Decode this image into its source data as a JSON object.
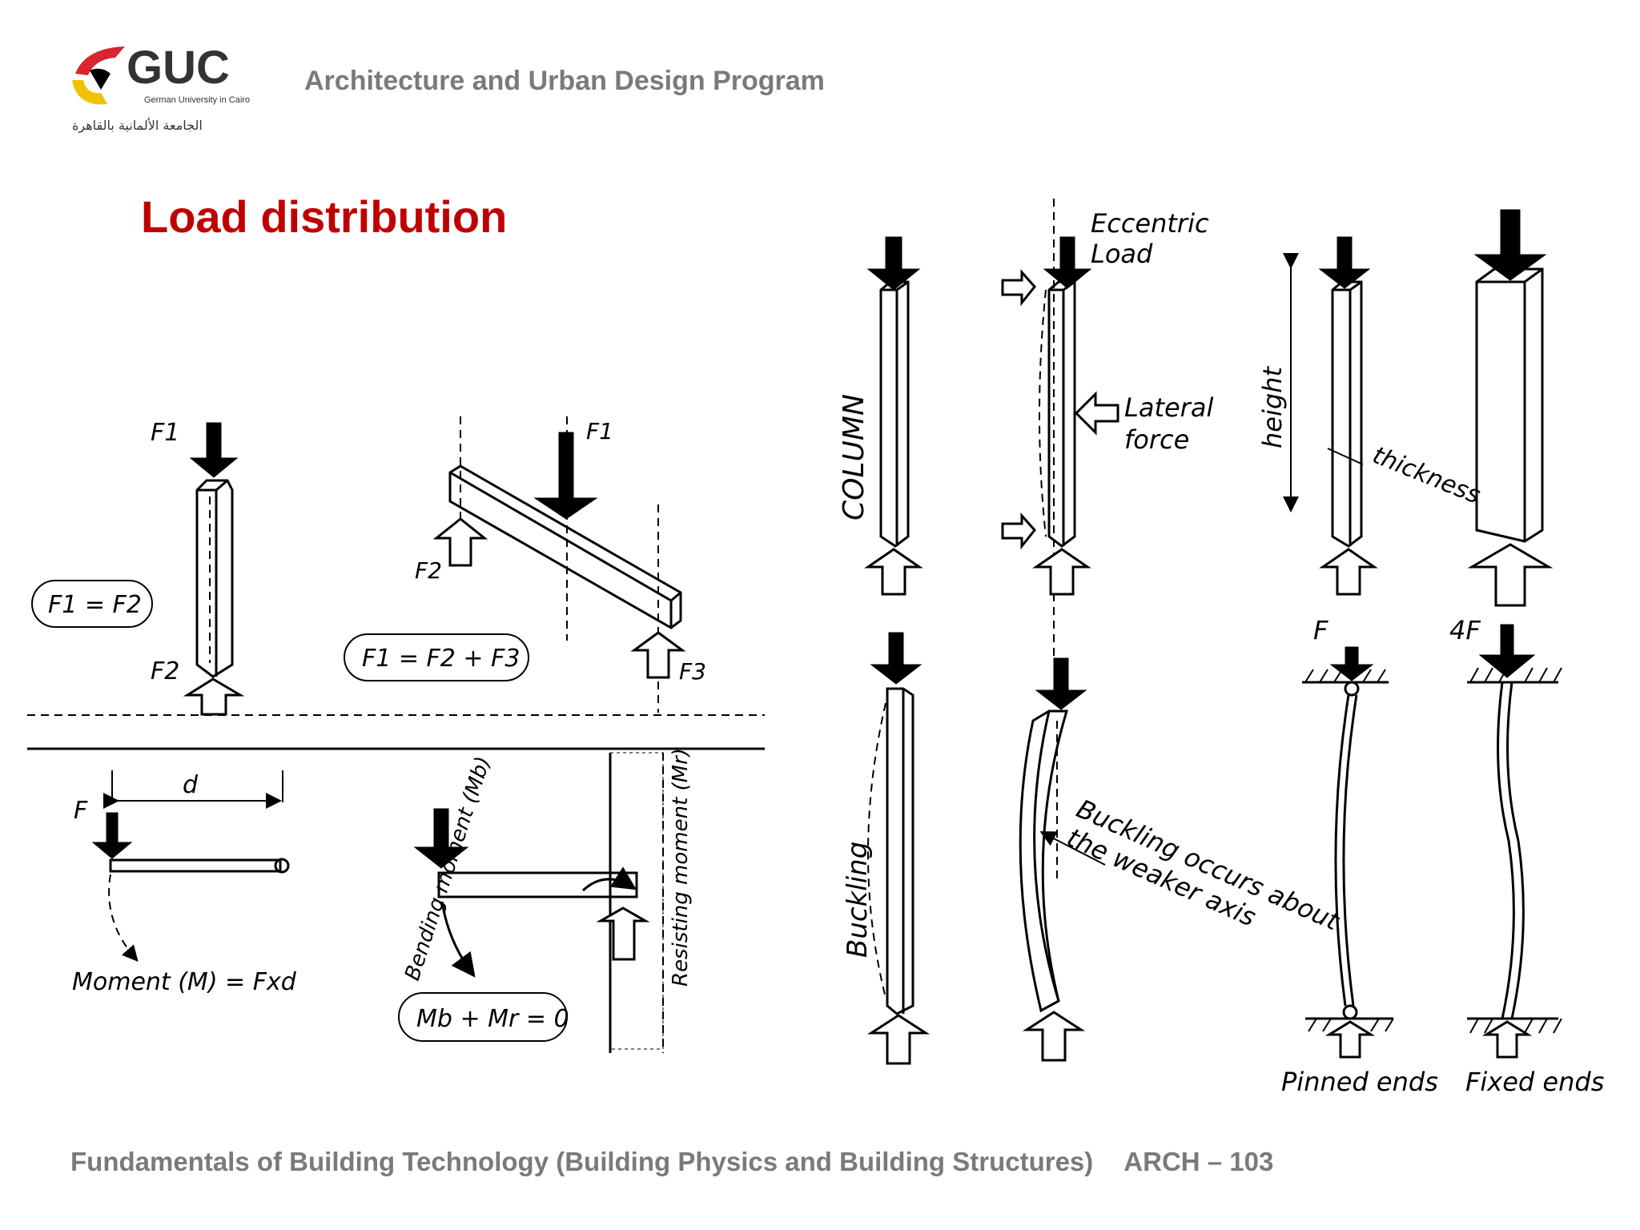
{
  "header": {
    "logo_text": "GUC",
    "logo_subtitle": "German University in Cairo",
    "logo_arabic": "الجامعة الألمانية بالقاهرة",
    "program": "Architecture and Urban Design Program"
  },
  "slide": {
    "title": "Load distribution"
  },
  "diagram": {
    "labels": {
      "f1_a": "F1",
      "f2_a": "F2",
      "eq1": "F1 = F2",
      "f1_b": "F1",
      "f2_b": "F2",
      "f3_b": "F3",
      "eq2": "F1 = F2 + F3",
      "f_c": "F",
      "d": "d",
      "moment": "Moment (M) = Fxd",
      "bending": "Bending moment (Mb)",
      "resisting": "Resisting moment (Mr)",
      "eq3": "Mb + Mr = 0",
      "column": "COLUMN",
      "eccentric1": "Eccentric",
      "eccentric2": "Load",
      "lateral1": "Lateral",
      "lateral2": "force",
      "height": "height",
      "thickness": "thickness",
      "buckling": "Buckling",
      "weak1": "Buckling occurs about",
      "weak2": "the weaker axis",
      "f_pin": "F",
      "f_fix": "4F",
      "pinned": "Pinned ends",
      "fixed": "Fixed ends"
    }
  },
  "footer": {
    "course_title": "Fundamentals of Building Technology (Building Physics and Building Structures)",
    "course_code": "ARCH – 103"
  },
  "colors": {
    "title": "#c00000",
    "gray_text": "#7a7a7a",
    "logo_red": "#d7262e",
    "logo_yellow": "#f2c200"
  }
}
